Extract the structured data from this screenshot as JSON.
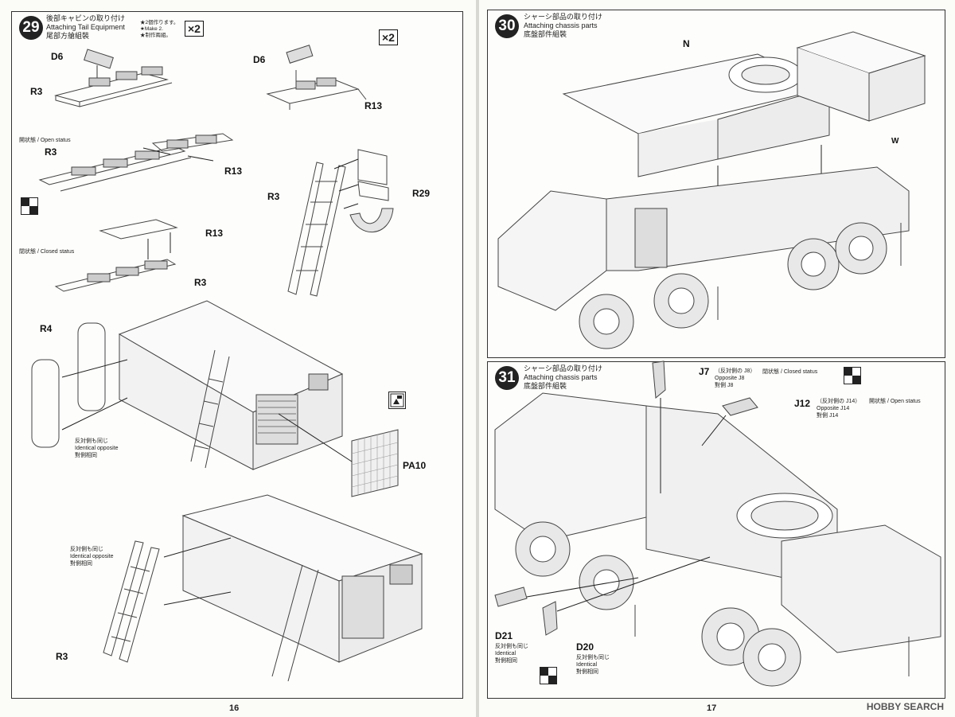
{
  "left_page": {
    "step": {
      "number": "29",
      "title_jp": "後部キャビンの取り付け",
      "title_en": "Attaching Tail Equipment",
      "subtitle_jp": "尾部方艙組裝",
      "note_lines": [
        "★2個作ります。",
        "★Make 2.",
        "★制作兩組。"
      ],
      "multiplier": "×2",
      "multiplier_2": "×2"
    },
    "labels": {
      "d6_a": "D6",
      "d6_b": "D6",
      "r3_a": "R3",
      "r13_a": "R13",
      "open_status": "開状態 / Open status",
      "r3_b": "R3",
      "r13_b": "R13",
      "r3_c": "R3",
      "r29": "R29",
      "r13_c": "R13",
      "closed_status": "閉状態 / Closed status",
      "r3_d": "R3",
      "r4": "R4",
      "identical1_jp": "反対側も同じ",
      "identical1_en": "Identical opposite",
      "identical1_cn": "對側相同",
      "pa10": "PA10",
      "identical2_jp": "反対側も同じ",
      "identical2_en": "Identical opposite",
      "identical2_cn": "對側相同",
      "r3_e": "R3"
    },
    "page_number": "16"
  },
  "right_page": {
    "step30": {
      "number": "30",
      "title_jp": "シャーシ部品の取り付け",
      "title_en": "Attaching chassis parts",
      "subtitle_cn": "底盤部件組裝",
      "label_n": "N",
      "label_w": "W"
    },
    "step31": {
      "number": "31",
      "title_jp": "シャーシ部品の取り付け",
      "title_en": "Attaching chassis parts",
      "subtitle_cn": "底盤部件組裝",
      "j7": "J7",
      "j7_note_jp": "（反対側の J8）",
      "j7_note_en": "Opposite  J8",
      "j7_note_cn": "對側 J8",
      "closed_status": "閉状態 / Closed status",
      "j12": "J12",
      "j12_note_jp": "（反対側の J14）",
      "j12_note_en": "Opposite  J14",
      "j12_note_cn": "對側 J14",
      "open_status": "開状態 / Open status",
      "d21": "D21",
      "d21_note_jp": "反対側も同じ",
      "d21_note_en": "Identical",
      "d21_note_cn": "對側相同",
      "d20": "D20",
      "d20_note_jp": "反対側も同じ",
      "d20_note_en": "Identical",
      "d20_note_cn": "對側相同"
    },
    "page_number": "17",
    "watermark": "HOBBY SEARCH"
  },
  "icons": [
    "paint-icon",
    "diagonal-check-icon"
  ]
}
